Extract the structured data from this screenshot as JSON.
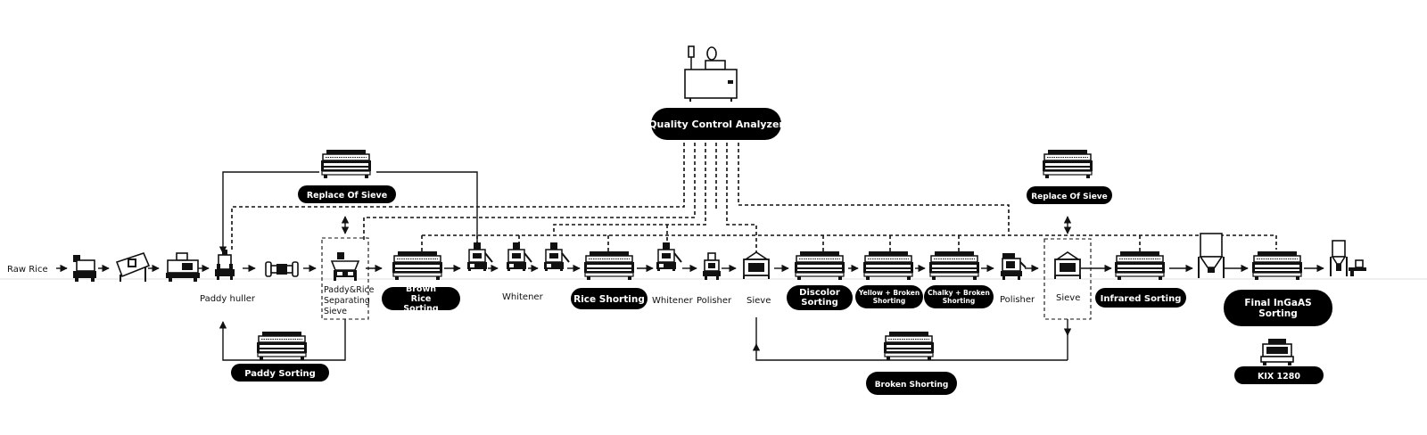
{
  "qc_analyzer": {
    "label": "Quality Control Analyzer",
    "icon": "analyzer-machine-icon"
  },
  "flow": {
    "start_label": "Raw Rice",
    "stage_labels": {
      "paddy_huller": "Paddy huller",
      "separating_sieve": "Paddy&Rice Separating Sieve",
      "whitener_1": "Whitener",
      "whitener_2": "Whitener",
      "polisher_1": "Polisher",
      "sieve_1": "Sieve",
      "polisher_2": "Polisher",
      "sieve_2": "Sieve"
    }
  },
  "sorters": {
    "brown_rice": "Brown Rice Sorting",
    "rice": "Rice Shorting",
    "discolor": "Discolor Sorting",
    "yellow_broken": "Yellow + Broken Shorting",
    "chalky_broken": "Chalky + Broken Shorting",
    "infrared": "Infrared Sorting",
    "final": "Final InGaAS Sorting"
  },
  "side_units": {
    "replace_sieve_left": "Replace Of Sieve",
    "replace_sieve_right": "Replace Of Sieve",
    "paddy_sorting": "Paddy Sorting",
    "broken_shorting": "Broken Shorting",
    "kix": "KIX 1280"
  },
  "colors": {
    "ink": "#111111",
    "pill": "#000000",
    "background": "#ffffff"
  }
}
